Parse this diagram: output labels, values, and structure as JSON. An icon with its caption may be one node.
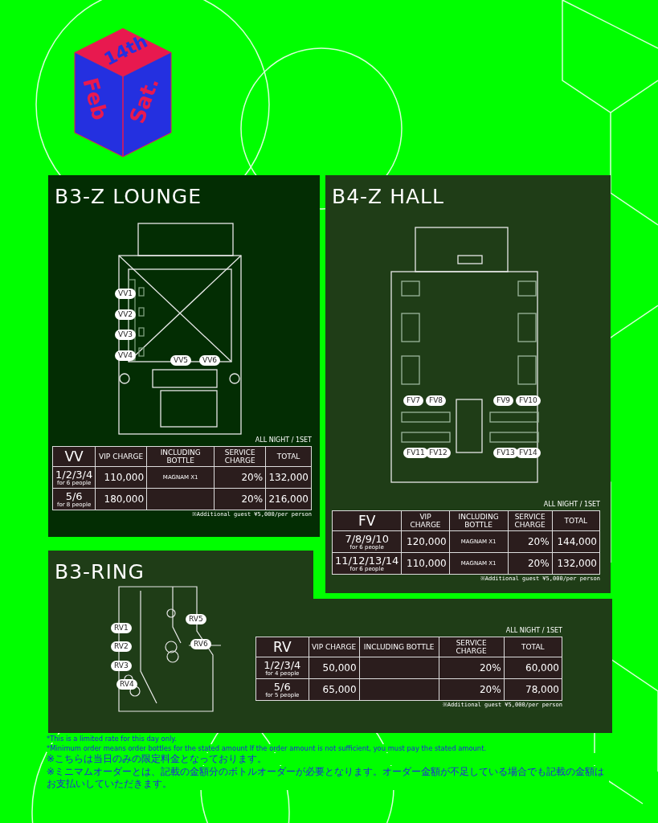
{
  "diagram": {
    "nodes": [
      {
        "text": [
          "B3-Z LOUNGE"
        ]
      },
      {
        "text": [
          "VV1"
        ],
        "in": 0
      },
      {
        "text": [
          "VV2"
        ],
        "in": 0
      },
      {
        "text": [
          "VV3"
        ],
        "in": 0
      },
      {
        "text": [
          "VV4"
        ],
        "in": 0
      },
      {
        "text": [
          "VV5"
        ],
        "in": 0
      },
      {
        "text": [
          "VV6"
        ],
        "in": 0
      },
      {
        "text": [
          "B4-Z HALL"
        ]
      },
      {
        "text": [
          "FV7"
        ],
        "in": 7
      },
      {
        "text": [
          "FV8"
        ],
        "in": 7
      },
      {
        "text": [
          "FV9"
        ],
        "in": 7
      },
      {
        "text": [
          "FV10"
        ],
        "in": 7
      },
      {
        "text": [
          "FV11"
        ],
        "in": 7
      },
      {
        "text": [
          "FV12"
        ],
        "in": 7
      },
      {
        "text": [
          "FV13"
        ],
        "in": 7
      },
      {
        "text": [
          "FV14"
        ],
        "in": 7
      },
      {
        "text": [
          "B3-RING"
        ]
      },
      {
        "text": [
          "RV1"
        ],
        "in": 16
      },
      {
        "text": [
          "RV2"
        ],
        "in": 16
      },
      {
        "text": [
          "RV3"
        ],
        "in": 16
      },
      {
        "text": [
          "RV4"
        ],
        "in": 16
      },
      {
        "text": [
          "RV5"
        ],
        "in": 16
      },
      {
        "text": [
          "RV6"
        ],
        "in": 16
      }
    ],
    "edges": [],
    "labels": [
      "14th",
      "Feb",
      "Sat.",
      "ALL NIGHT / 1SET",
      "VV",
      "VIP CHARGE",
      "INCLUDING BOTTLE",
      "SERVICE CHARGE",
      "TOTAL",
      "1/2/3/4",
      "for 6 people",
      "110,000",
      "MAGNAM X1",
      "20%",
      "132,000",
      "5/6",
      "for 8 people",
      "180,000",
      "20%",
      "216,000",
      "※Additional guest ¥5,000/per person",
      "ALL NIGHT / 1SET",
      "FV",
      "VIP CHARGE",
      "INCLUDING BOTTLE",
      "SERVICE CHARGE",
      "TOTAL",
      "7/8/9/10",
      "for 6 people",
      "120,000",
      "MAGNAM X1",
      "20%",
      "144,000",
      "11/12/13/14",
      "for 6 people",
      "110,000",
      "MAGNAM X1",
      "20%",
      "132,000",
      "※Additional guest ¥5,000/per person",
      "ALL NIGHT / 1SET",
      "RV",
      "VIP CHARGE",
      "INCLUDING BOTTLE",
      "SERVICE CHARGE",
      "TOTAL",
      "1/2/3/4",
      "for 4 people",
      "50,000",
      "20%",
      "60,000",
      "5/6",
      "for 5 people",
      "65,000",
      "20%",
      "78,000",
      "※Additional guest ¥5,000/per person",
      "*This is a limited rate for this day only.",
      "*Minimum order means order bottles for the stated amount If the order amount is not sufficient, you must pay the stated amount.",
      "※こちらは当日のみの限定料金となっております。",
      "※ミニマムオーダーとは、記載の金額分のボトルオーダーが必要となります。オーダー金額が不足している場合でも記載の金額はお支払いしていただきます。"
    ]
  }
}
